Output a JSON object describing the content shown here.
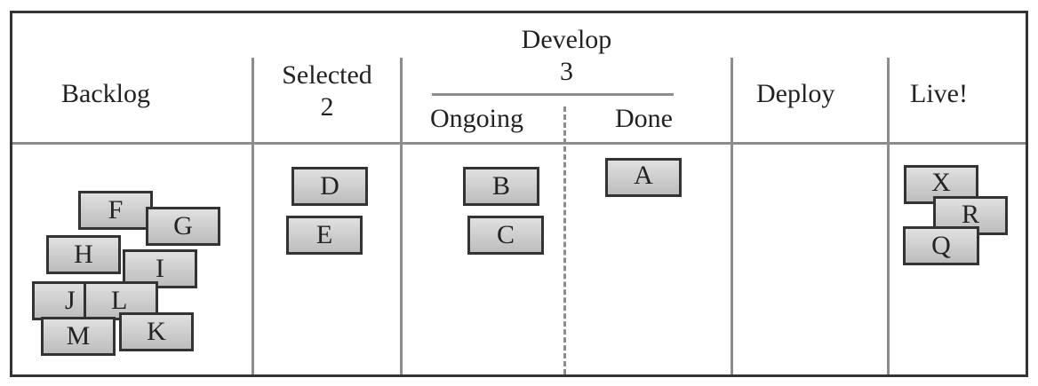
{
  "columns": {
    "backlog": "Backlog",
    "selected": {
      "label": "Selected",
      "limit": "2"
    },
    "develop": {
      "label": "Develop",
      "limit": "3",
      "ongoing": "Ongoing",
      "done": "Done"
    },
    "deploy": "Deploy",
    "live": "Live!"
  },
  "cards": {
    "backlog": [
      "F",
      "G",
      "H",
      "I",
      "J",
      "L",
      "M",
      "K"
    ],
    "selected": [
      "D",
      "E"
    ],
    "ongoing": [
      "B",
      "C"
    ],
    "done": [
      "A"
    ],
    "live": [
      "X",
      "R",
      "Q"
    ]
  },
  "colors": {
    "border": "#333333",
    "divider": "#8c8c8c",
    "card_fill": "#cccccc"
  }
}
